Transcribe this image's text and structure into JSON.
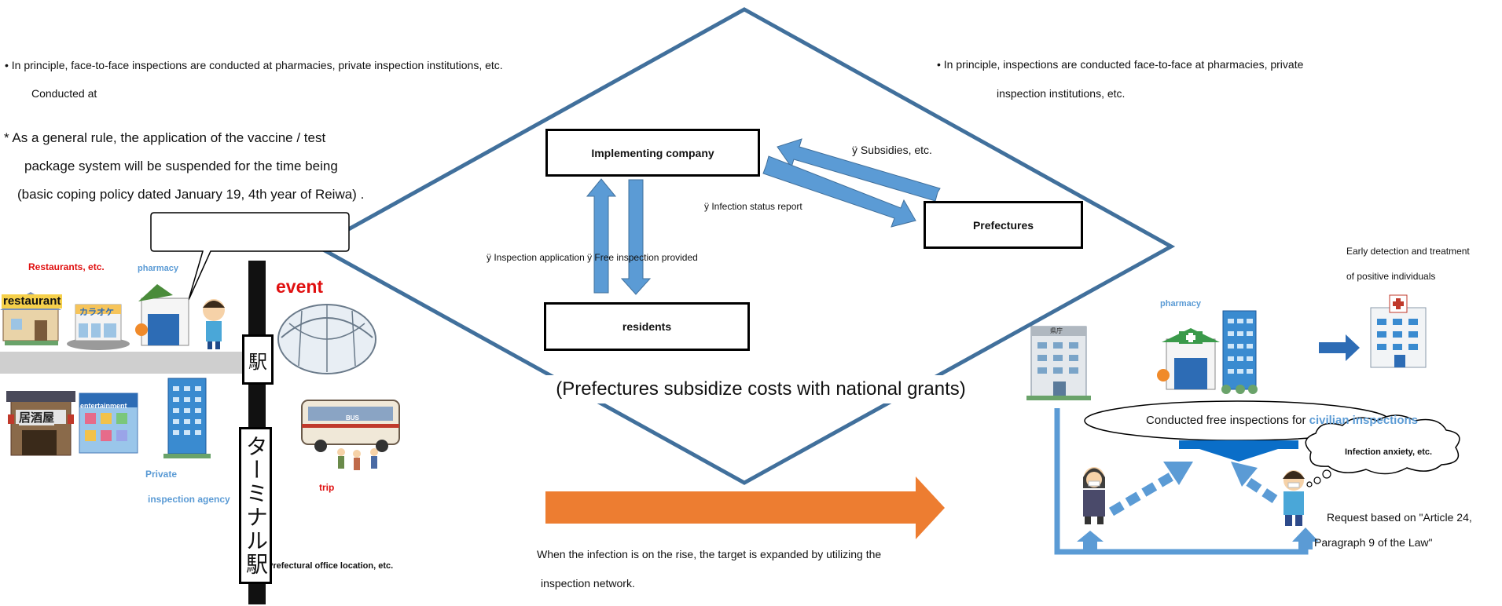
{
  "left": {
    "bullet1_line1": "• In principle, face-to-face inspections are conducted at pharmacies, private inspection institutions, etc.",
    "bullet1_line2": "Conducted at",
    "note_line1": "* As a general rule, the application of the vaccine / test",
    "note_line2": "package system will be suspended for the time being",
    "note_line3": "(basic coping policy dated January 19, 4th year of Reiwa) .",
    "restaurants": "Restaurants, etc.",
    "restaurant_sign": "restaurant",
    "pharmacy": "pharmacy",
    "event": "event",
    "entertainment": "entertainment",
    "private_line1": "Private",
    "private_line2": "inspection agency",
    "trip": "trip",
    "office_location": "Prefectural office location, etc.",
    "station_small": "駅",
    "station_sign": "ターミナル駅",
    "karaoke": "カラオケ",
    "izakaya": "居酒屋",
    "bus": "BUS"
  },
  "center": {
    "implementing_company": "Implementing company",
    "prefectures": "Prefectures",
    "residents": "residents",
    "subsidies": "ÿ Subsidies, etc.",
    "infection_report": "ÿ Infection status report",
    "inspection_application": "ÿ Inspection application ÿ Free inspection provided",
    "grants": "(Prefectures subsidize costs with national grants)",
    "bottom_line1": "When the infection is on the rise, the target is expanded by utilizing the",
    "bottom_line2": "inspection network."
  },
  "right": {
    "bullet_line1": "• In principle, inspections are conducted face-to-face at pharmacies, private",
    "bullet_line2": "inspection institutions, etc.",
    "early_line1": "Early detection and treatment",
    "early_line2": "of positive individuals",
    "pharmacy": "pharmacy",
    "office_sign": "県庁",
    "conducted_prefix": "Conducted free inspections for",
    "conducted_highlight": "civilian inspections",
    "anxiety": "Infection anxiety, etc.",
    "request_line1": "Request based on \"Article 24,",
    "request_line2": "Paragraph 9 of the Law\""
  },
  "colors": {
    "diamond": "#41709c",
    "arrow_blue": "#5b9bd5",
    "arrow_orange": "#ed7d31",
    "red_text": "#e01010",
    "blue_text": "#5b9bd5"
  }
}
